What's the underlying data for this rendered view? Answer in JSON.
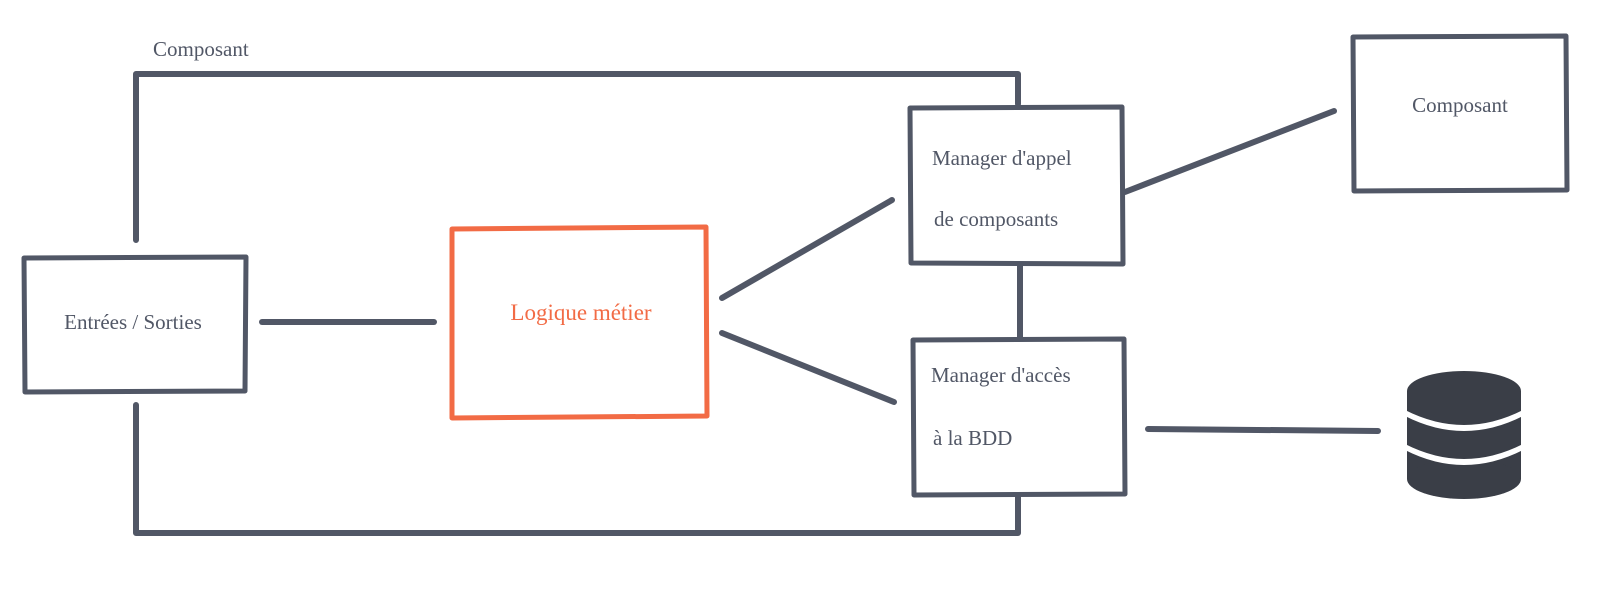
{
  "diagram": {
    "component_label": "Composant",
    "io_box": "Entrées / Sorties",
    "logic_box": "Logique métier",
    "call_manager": {
      "line1": "Manager d'appel",
      "line2": "de composants"
    },
    "db_manager": {
      "line1": "Manager d'accès",
      "line2": "à la BDD"
    },
    "external_component": "Composant",
    "database_icon": "database-icon"
  },
  "colors": {
    "stroke": "#515766",
    "accent": "#f26b45",
    "database": "#3a3e47",
    "background": "#ffffff"
  }
}
